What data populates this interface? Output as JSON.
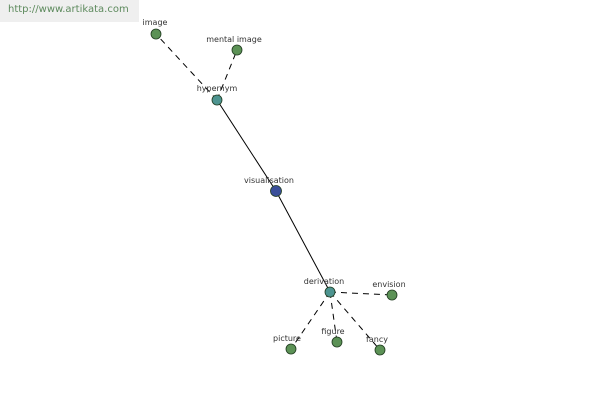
{
  "site_url": "http://www.artikata.com",
  "colors": {
    "center": "#3a4f9a",
    "hub": "#4d9490",
    "leaf": "#5c9256"
  },
  "nodes": [
    {
      "id": "image",
      "label": "image",
      "kind": "leaf"
    },
    {
      "id": "mental-image",
      "label": "mental image",
      "kind": "leaf"
    },
    {
      "id": "hypernym",
      "label": "hypernym",
      "kind": "hub"
    },
    {
      "id": "visualisation",
      "label": "visualisation",
      "kind": "center"
    },
    {
      "id": "derivation",
      "label": "derivation",
      "kind": "hub"
    },
    {
      "id": "envision",
      "label": "envision",
      "kind": "leaf"
    },
    {
      "id": "picture",
      "label": "picture",
      "kind": "leaf"
    },
    {
      "id": "figure",
      "label": "figure",
      "kind": "leaf"
    },
    {
      "id": "fancy",
      "label": "fancy",
      "kind": "leaf"
    }
  ],
  "edges": [
    {
      "from": "visualisation",
      "to": "hypernym",
      "style": "solid"
    },
    {
      "from": "visualisation",
      "to": "derivation",
      "style": "solid"
    },
    {
      "from": "hypernym",
      "to": "image",
      "style": "dashed"
    },
    {
      "from": "hypernym",
      "to": "mental-image",
      "style": "dashed"
    },
    {
      "from": "derivation",
      "to": "envision",
      "style": "dashed"
    },
    {
      "from": "derivation",
      "to": "picture",
      "style": "dashed"
    },
    {
      "from": "derivation",
      "to": "figure",
      "style": "dashed"
    },
    {
      "from": "derivation",
      "to": "fancy",
      "style": "dashed"
    }
  ]
}
